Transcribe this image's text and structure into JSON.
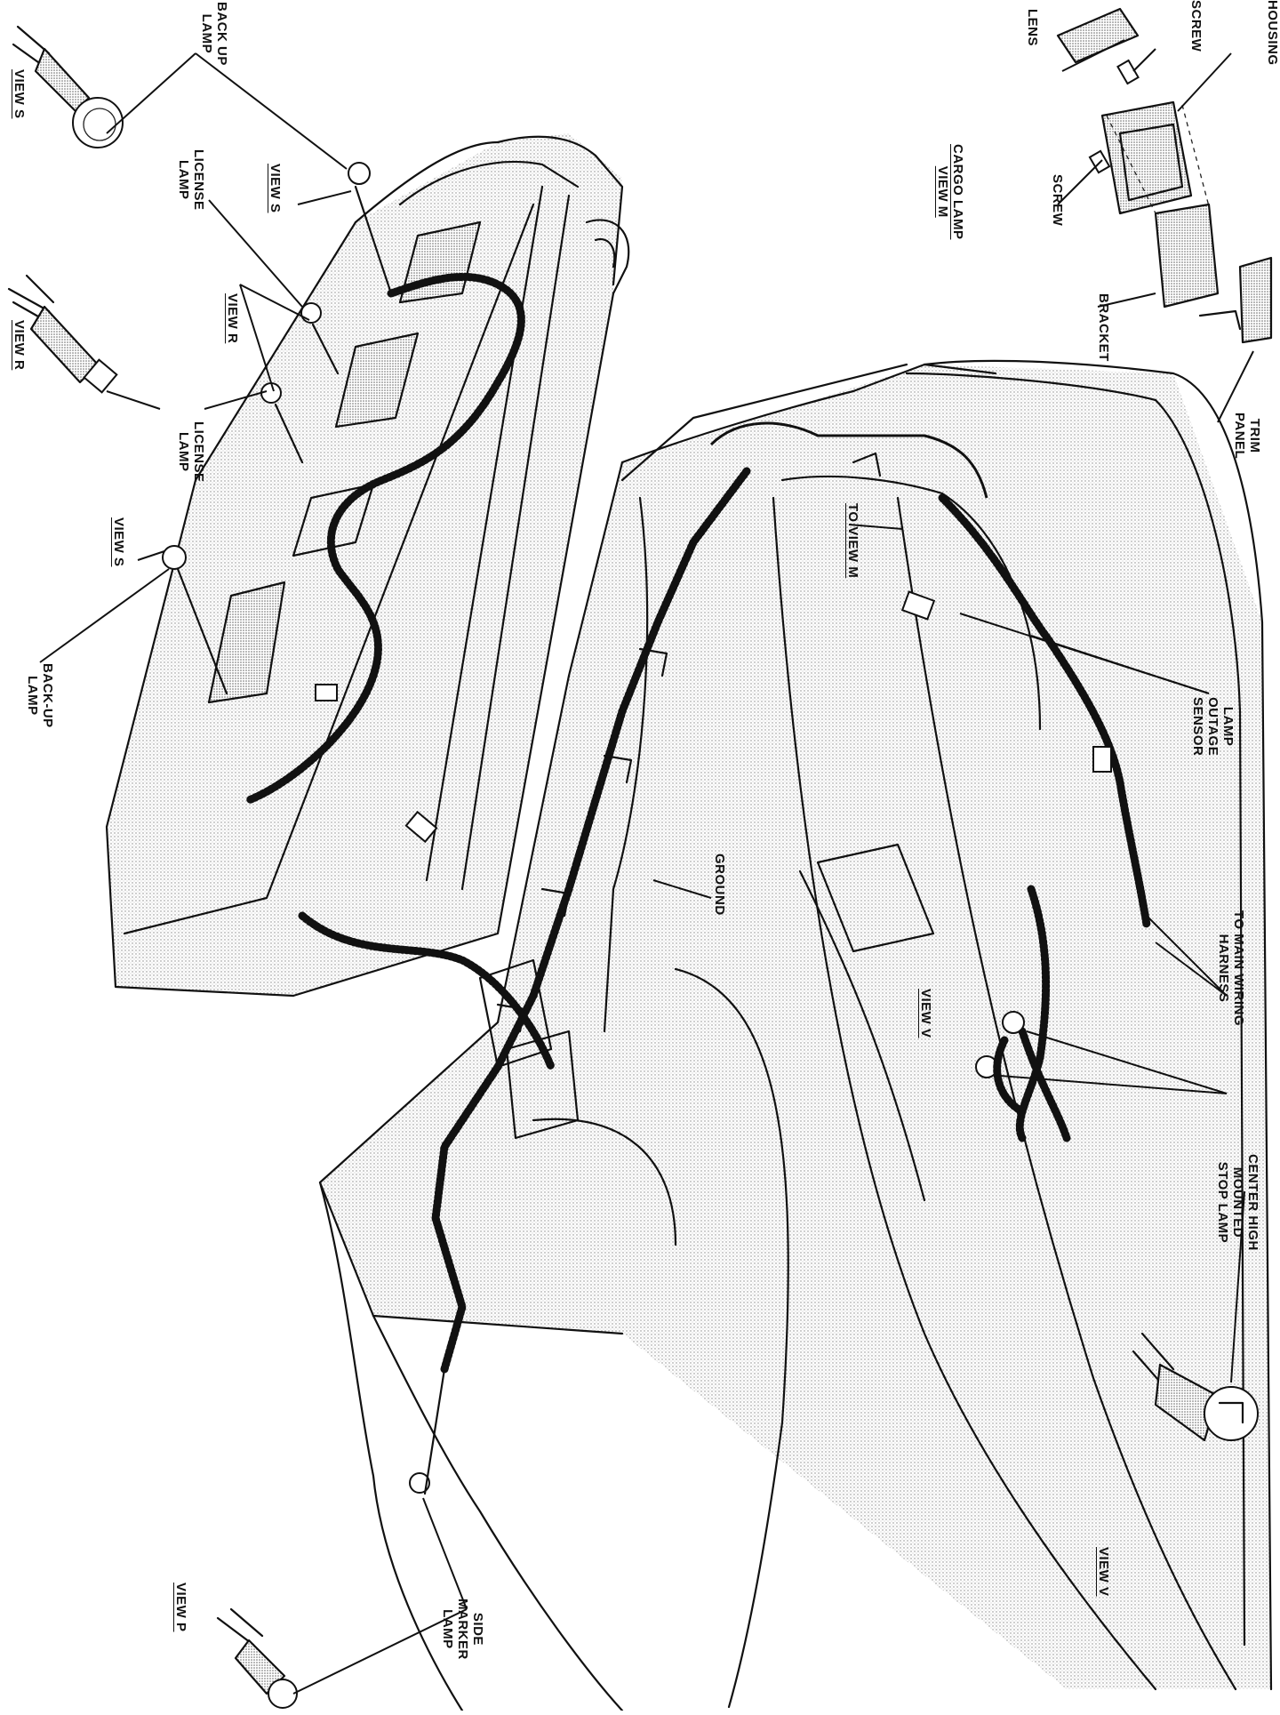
{
  "labels": {
    "backup_lamp_top": [
      "BACK UP",
      "LAMP"
    ],
    "view_s_top": "VIEW S",
    "view_s_mid": "VIEW S",
    "view_s_lower": "VIEW S",
    "license_lamp_1": [
      "LICENSE",
      "LAMP"
    ],
    "license_lamp_2": [
      "LICENSE",
      "LAMP"
    ],
    "view_r_mid": "VIEW R",
    "view_r_inset": "VIEW R",
    "backup_lamp_lower": [
      "BACK-UP",
      "LAMP"
    ],
    "cargo_lamp": [
      "CARGO LAMP",
      "VIEW M"
    ],
    "lens": "LENS",
    "screw_top": "SCREW",
    "housing": "HOUSING",
    "screw_mid": "SCREW",
    "bracket": "BRACKET",
    "trim_panel": [
      "TRIM",
      "PANEL"
    ],
    "to_view_m": "TO VIEW M",
    "lamp_outage_sensor": [
      "LAMP",
      "OUTAGE",
      "SENSOR"
    ],
    "ground": "GROUND",
    "to_main_wiring_harness": [
      "TO MAIN WIRING",
      "HARNESS"
    ],
    "view_v_mid": "VIEW V",
    "center_high_mounted_stop_lamp": [
      "CENTER HIGH",
      "MOUNTED",
      "STOP LAMP"
    ],
    "view_v_inset": "VIEW V",
    "view_p": "VIEW P",
    "side_marker_lamp": [
      "SIDE",
      "MARKER",
      "LAMP"
    ]
  },
  "colors": {
    "ink": "#111111",
    "paper": "#ffffff",
    "stipple": "#8a8a8a"
  }
}
